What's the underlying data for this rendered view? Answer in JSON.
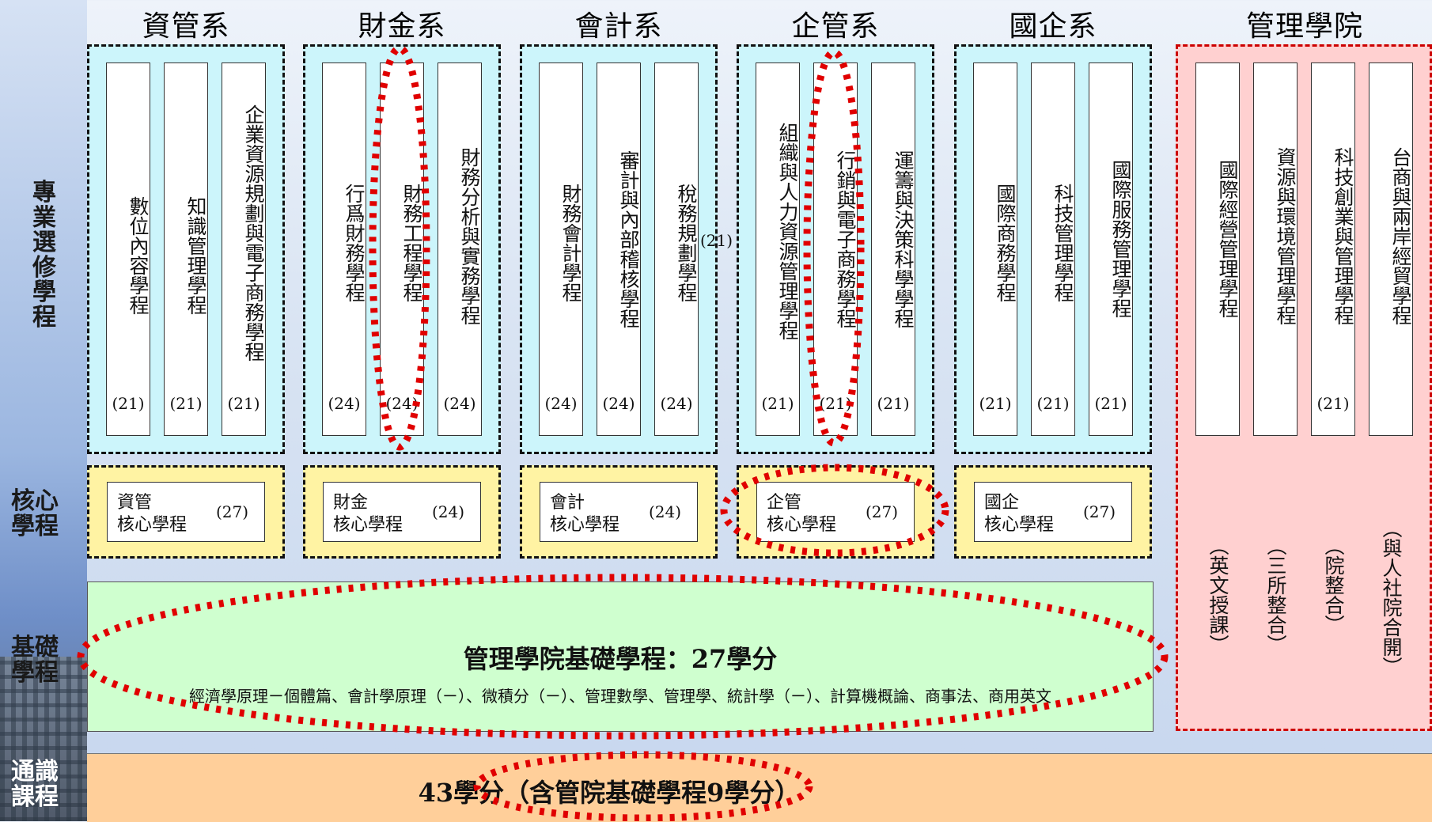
{
  "departments": [
    {
      "title": "資管系",
      "programs": [
        {
          "name": "數位內容學程",
          "credits": "(21)"
        },
        {
          "name": "知識管理學程",
          "credits": "(21)"
        },
        {
          "name": "企業資源規劃與電子商務學程",
          "credits": "(21)"
        }
      ],
      "core": {
        "name1": "資管",
        "name2": "核心學程",
        "credits": "(27)"
      }
    },
    {
      "title": "財金系",
      "programs": [
        {
          "name": "行爲財務學程",
          "credits": "(24)"
        },
        {
          "name": "財務工程學程",
          "credits": "(24)"
        },
        {
          "name": "財務分析與實務學程",
          "credits": "(24)"
        }
      ],
      "core": {
        "name1": "財金",
        "name2": "核心學程",
        "credits": "(24)"
      }
    },
    {
      "title": "會計系",
      "programs": [
        {
          "name": "財務會計學程",
          "credits": "(24)"
        },
        {
          "name": "審計與內部稽核學程",
          "credits": "(24)"
        },
        {
          "name": "稅務規劃學程",
          "credits": "(24)"
        }
      ],
      "core": {
        "name1": "會計",
        "name2": "核心學程",
        "credits": "(24)"
      }
    },
    {
      "title": "企管系",
      "programs": [
        {
          "name": "組織與人力資源管理學程",
          "credits": "(21)"
        },
        {
          "name": "行銷與電子商務學程",
          "credits": "(21)"
        },
        {
          "name": "運籌與決策科學學程",
          "credits": "(21)"
        }
      ],
      "core": {
        "name1": "企管",
        "name2": "核心學程",
        "credits": "(27)"
      }
    },
    {
      "title": "國企系",
      "programs": [
        {
          "name": "國際商務學程",
          "credits": "(21)"
        },
        {
          "name": "科技管理學程",
          "credits": "(21)"
        },
        {
          "name": "國際服務管理學程",
          "credits": "(21)"
        }
      ],
      "core": {
        "name1": "國企",
        "name2": "核心學程",
        "credits": "(27)"
      }
    }
  ],
  "college": {
    "title": "管理學院",
    "programs": [
      {
        "name": "國際經營管理學程",
        "credits": "",
        "note": "（英文授課）"
      },
      {
        "name": "資源與環境管理學程",
        "credits": "",
        "note": "（三所整合）"
      },
      {
        "name": "科技創業與管理學程",
        "credits": "(21)",
        "note": "（院整合）"
      },
      {
        "name": "台商與兩岸經貿學程",
        "credits": "",
        "note": "（與人社院合開）"
      }
    ]
  },
  "stray_credit": "(21)",
  "row_labels": {
    "elective": "專業選修學程",
    "core": "核心學程",
    "foundation": "基礎學程",
    "general": "通識課程"
  },
  "foundation": {
    "title": "管理學院基礎學程：27學分",
    "courses": "經濟學原理ㄧ個體篇、會計學原理（ㄧ）、微積分（ㄧ）、管理數學、管理學、統計學（ㄧ）、計算機概論、商事法、商用英文"
  },
  "general": {
    "text": "43學分（含管院基礎學程9學分）"
  },
  "colors": {
    "dept_fill": "#ccf5fb",
    "core_fill": "#fff3a3",
    "college_fill": "#ffd0d0",
    "foundation_fill": "#cfffcf",
    "general_fill": "#ffcf9a",
    "highlight": "#e00000"
  }
}
